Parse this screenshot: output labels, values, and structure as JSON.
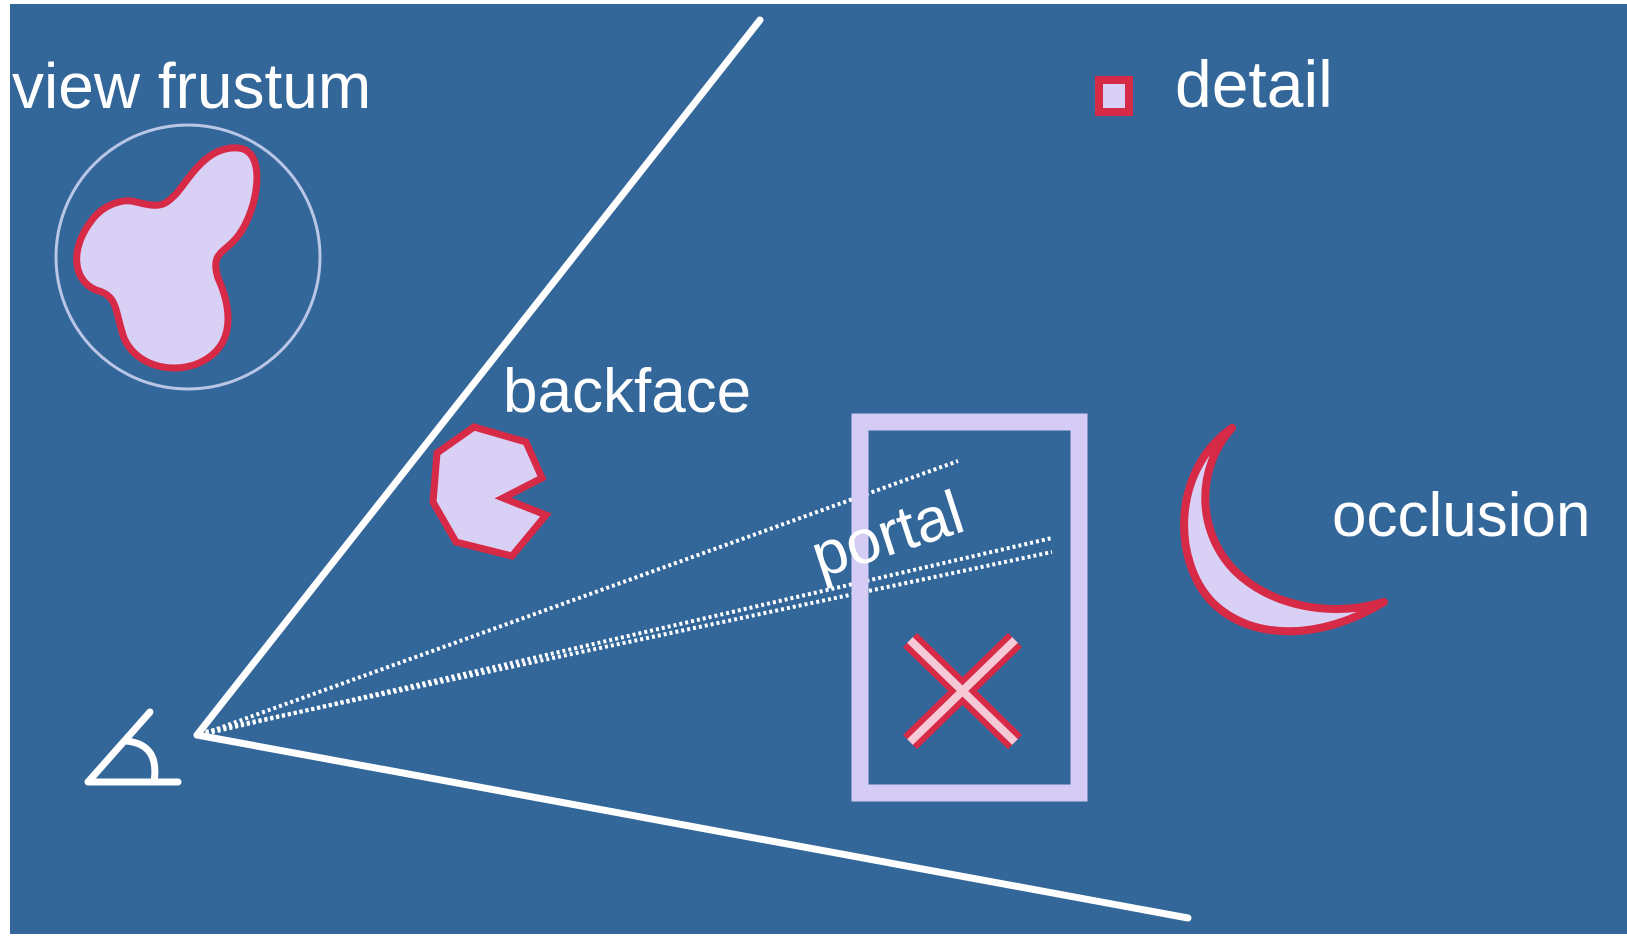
{
  "diagram": {
    "colors": {
      "background": "#336699",
      "line": "#ffffff",
      "shape_fill": "#d9d0f5",
      "shape_outline": "#d62a46",
      "portal_frame": "#d4ccf5"
    },
    "labels": {
      "view_frustum": "view frustum",
      "detail": "detail",
      "backface": "backface",
      "portal": "portal",
      "occlusion": "occlusion"
    },
    "icons": {
      "eye": "eye-angle-icon",
      "culled": "x-icon"
    }
  }
}
